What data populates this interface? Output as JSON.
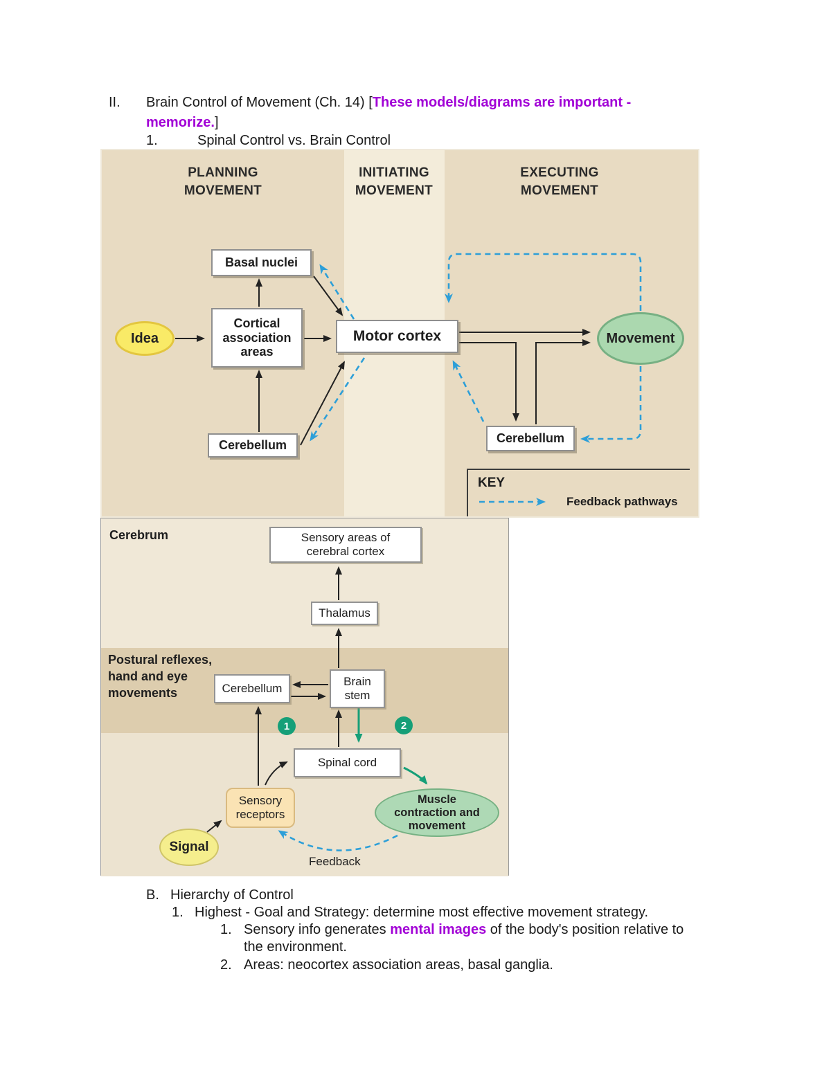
{
  "header": {
    "numeral": "II.",
    "title_prefix": "Brain Control of Movement (Ch. 14) [",
    "highlight_line1": "These models/diagrams are important -",
    "highlight_line2": "memorize.",
    "bracket_close": "]",
    "sub_number": "1.",
    "sub_title": "Spinal Control vs. Brain Control"
  },
  "diagram1": {
    "columns": [
      {
        "line1": "PLANNING",
        "line2": "MOVEMENT"
      },
      {
        "line1": "INITIATING",
        "line2": "MOVEMENT"
      },
      {
        "line1": "EXECUTING",
        "line2": "MOVEMENT"
      }
    ],
    "nodes": {
      "idea": "Idea",
      "basal_nuclei": "Basal nuclei",
      "cortical": "Cortical association areas",
      "motor_cortex": "Motor cortex",
      "cerebellum_left": "Cerebellum",
      "cerebellum_right": "Cerebellum",
      "movement": "Movement"
    },
    "key": {
      "title": "KEY",
      "feedback_label": "Feedback pathways"
    }
  },
  "diagram2": {
    "region_labels": {
      "cerebrum": "Cerebrum",
      "postural": "Postural reflexes, hand and eye movements"
    },
    "nodes": {
      "sensory_areas": "Sensory areas of cerebral cortex",
      "thalamus": "Thalamus",
      "cerebellum": "Cerebellum",
      "brain_stem": "Brain stem",
      "spinal_cord": "Spinal cord",
      "sensory_receptors": "Sensory receptors",
      "muscle": "Muscle contraction and movement",
      "signal": "Signal"
    },
    "labels": {
      "feedback": "Feedback",
      "badge1": "1",
      "badge2": "2"
    }
  },
  "footer": {
    "b_label": "B.",
    "b_title": "Hierarchy of Control",
    "l1_num": "1.",
    "l1_text": "Highest - Goal and Strategy: determine most effective movement strategy.",
    "l2_num": "1.",
    "l2_pre": "Sensory info generates ",
    "l2_highlight": "mental images",
    "l2_post": " of the body's position relative to",
    "l2_wrap": "the environment.",
    "l3_num": "2.",
    "l3_text": "Areas: neocortex association areas, basal ganglia."
  },
  "colors": {
    "highlight_purple": "#A100D6",
    "feedback_blue": "#2D9FD8",
    "pathway_teal": "#169F78",
    "diagram_tan": "#e8dbc2",
    "initiating_light": "#f3ecda",
    "band_dark": "#ddcdae"
  }
}
